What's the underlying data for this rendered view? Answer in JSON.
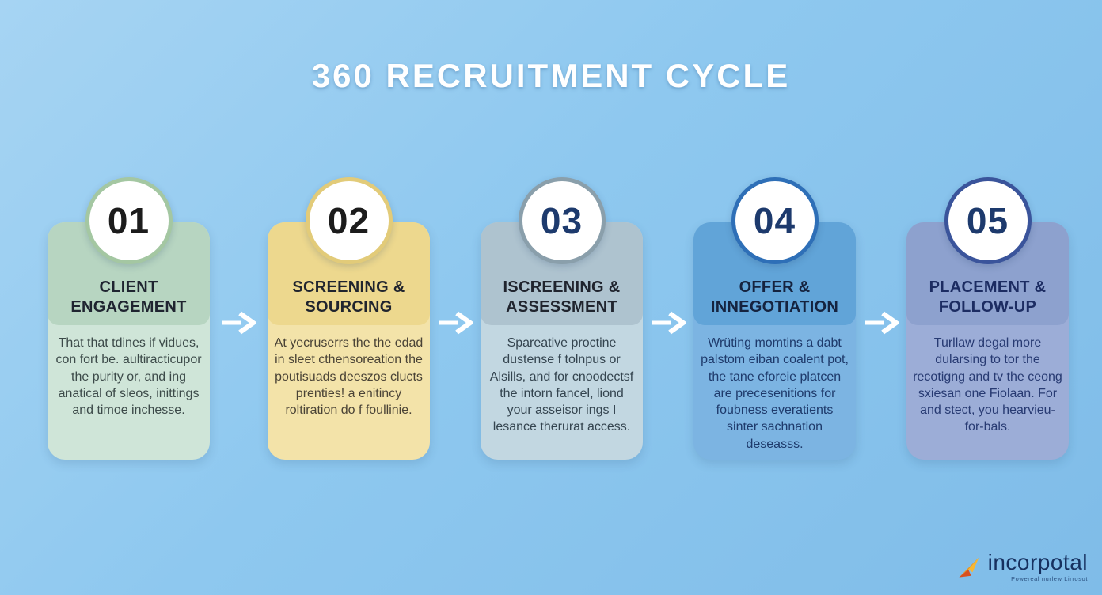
{
  "title": "360 RECRUITMENT CYCLE",
  "steps": [
    {
      "number": "01",
      "title": "CLIENT ENGAGEMENT",
      "body": "That that tdines if vidues, con fort be. aultiracticupor the purity or, and ing anatical of sleos, inittings and timoe inchesse.",
      "colors": {
        "header": "#b7d5c1",
        "body": "#cfe5d8",
        "circle_border": "#a4c7a2",
        "number": "#1c1c1c",
        "title": "#1f2430",
        "text": "#3c4a49"
      }
    },
    {
      "number": "02",
      "title": "SCREENING & SOURCING",
      "body": "At yecruserrs the the edad in sleet cthensoreation the poutisuads deeszos clucts prenties! a enitincy roltiration do f foullinie.",
      "colors": {
        "header": "#edd88e",
        "body": "#f3e3a9",
        "circle_border": "#e2cb79",
        "number": "#1c1c1c",
        "title": "#20242e",
        "text": "#4a4336"
      }
    },
    {
      "number": "03",
      "title": "ISCREENING & ASSESSMENT",
      "body": "Spareative proctine dustense f tolnpus or Alsills, and for cnoodectsf the intorn fancel, liond your asseisor ings I lesance therurat access.",
      "colors": {
        "header": "#aec3cf",
        "body": "#c2d7e1",
        "circle_border": "#8a9fab",
        "number": "#1d3a6d",
        "title": "#20242e",
        "text": "#34444f"
      }
    },
    {
      "number": "04",
      "title": "OFFER & INNEGOTIATION",
      "body": "Wrüting momtins a dabt palstom eiban coalent pot, the tane eforeie platcen are precesenitions for foubness everatients sinter sachnation deseasss.",
      "colors": {
        "header": "#61a4d8",
        "body": "#7cb4e2",
        "circle_border": "#2e6fb7",
        "number": "#1d3a6d",
        "title": "#15233f",
        "text": "#1e3a6b"
      }
    },
    {
      "number": "05",
      "title": "PLACEMENT & FOLLOW-UP",
      "body": "Turllaw degal more dularsing to tor the recotigng and tv the ceong sxiesan one Fiolaan. For and stect, you hearvieu-for-bals.",
      "colors": {
        "header": "#8da1ce",
        "body": "#9cadd7",
        "circle_border": "#3a549b",
        "number": "#1d3a6d",
        "title": "#1c2c62",
        "text": "#273a72"
      }
    }
  ],
  "arrow_color": "#ffffff",
  "logo": {
    "name": "incorpotal",
    "tagline": "Powereal nurlew Lirrosot"
  },
  "background": {
    "from": "#a6d4f3",
    "to": "#7fbce8"
  }
}
